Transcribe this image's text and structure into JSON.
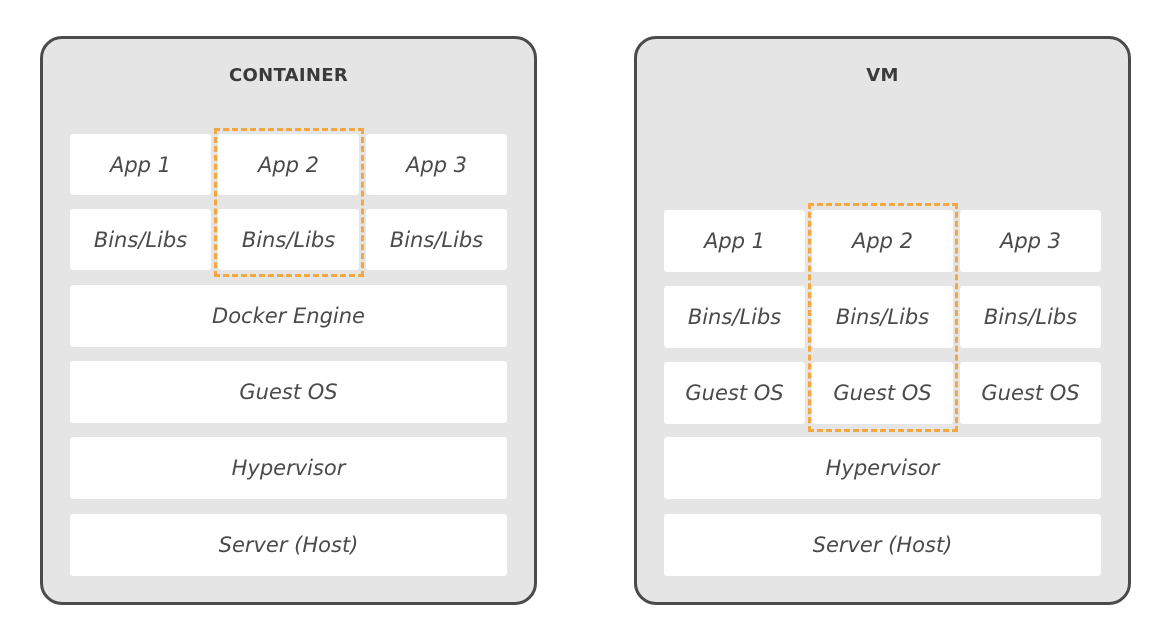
{
  "accent_color": "#f4a640",
  "container": {
    "title": "CONTAINER",
    "apps": [
      "App 1",
      "App 2",
      "App 3"
    ],
    "bins": [
      "Bins/Libs",
      "Bins/Libs",
      "Bins/Libs"
    ],
    "layers": [
      "Docker Engine",
      "Guest OS",
      "Hypervisor",
      "Server (Host)"
    ]
  },
  "vm": {
    "title": "VM",
    "apps": [
      "App 1",
      "App 2",
      "App 3"
    ],
    "bins": [
      "Bins/Libs",
      "Bins/Libs",
      "Bins/Libs"
    ],
    "guests": [
      "Guest OS",
      "Guest OS",
      "Guest OS"
    ],
    "layers": [
      "Hypervisor",
      "Server (Host)"
    ]
  }
}
